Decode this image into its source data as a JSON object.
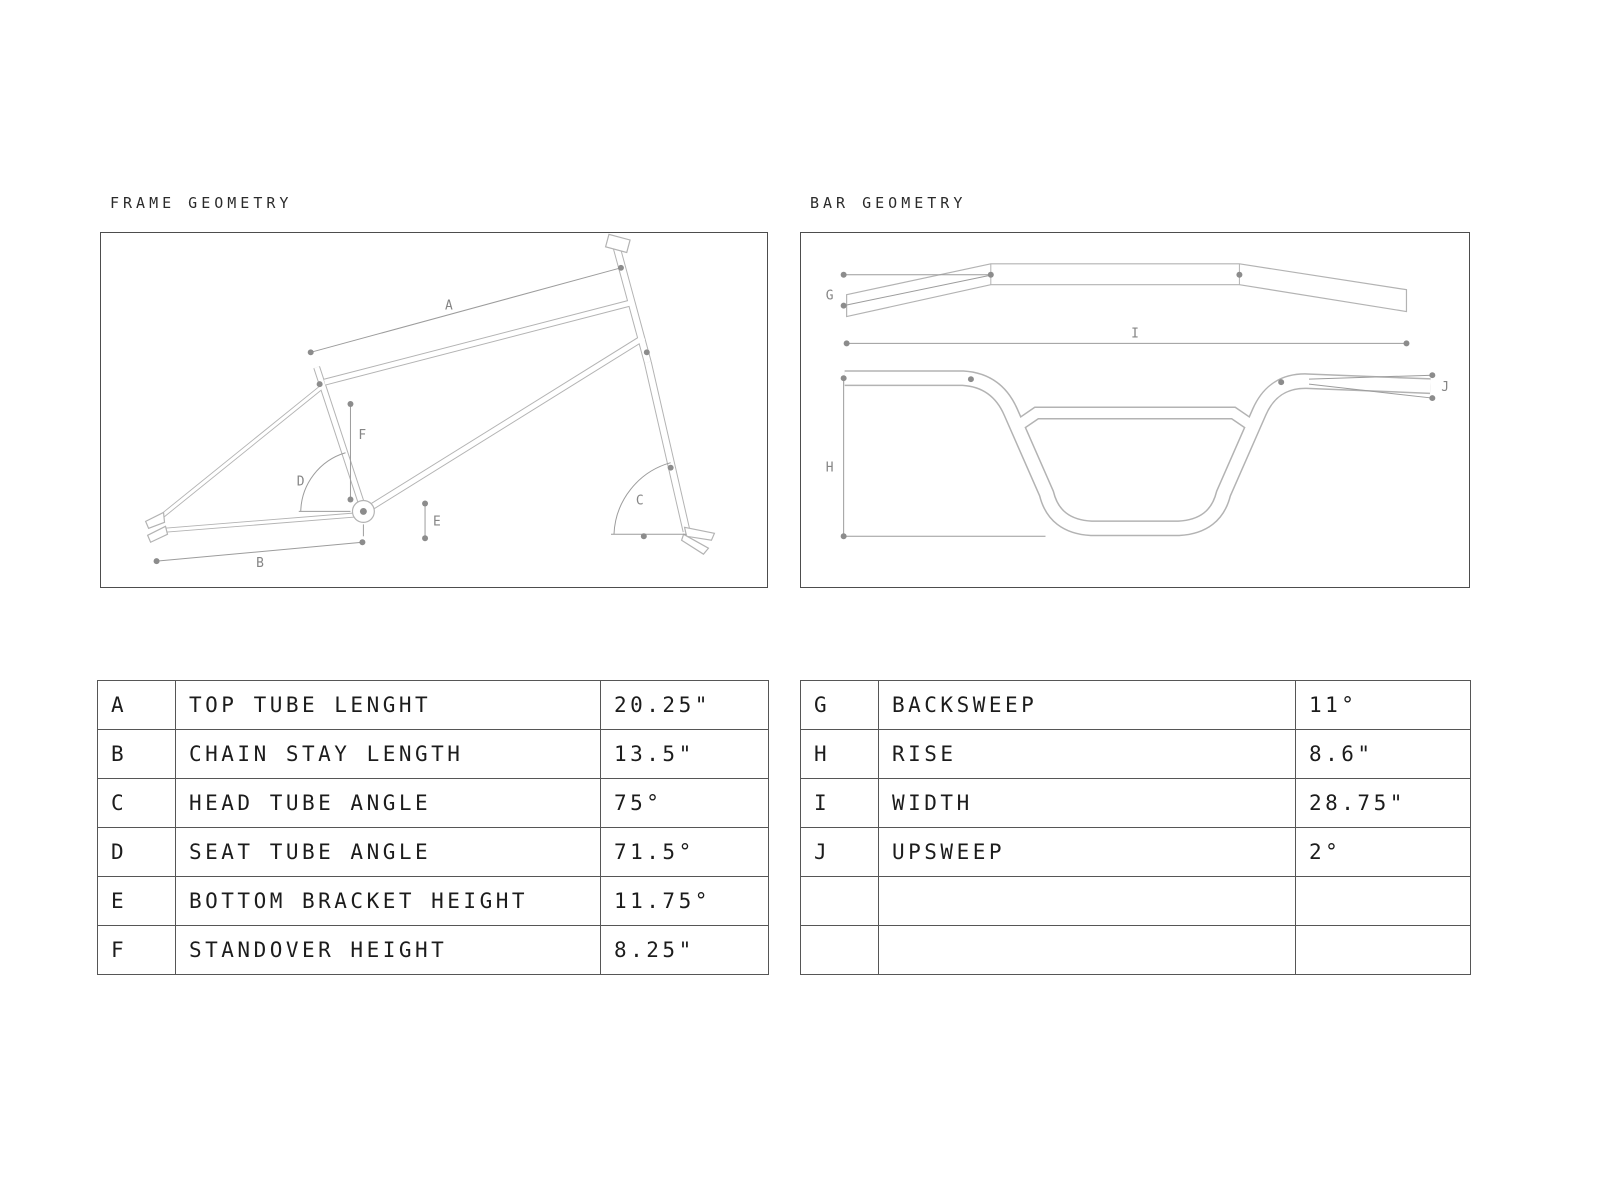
{
  "frame_section": {
    "title": "FRAME GEOMETRY",
    "labels": {
      "A": "A",
      "B": "B",
      "C": "C",
      "D": "D",
      "E": "E",
      "F": "F"
    }
  },
  "bar_section": {
    "title": "BAR GEOMETRY",
    "labels": {
      "G": "G",
      "H": "H",
      "I": "I",
      "J": "J"
    }
  },
  "frame_table": {
    "rows": [
      {
        "key": "A",
        "name": "TOP TUBE LENGHT",
        "value": "20.25\""
      },
      {
        "key": "B",
        "name": "CHAIN STAY LENGTH",
        "value": "13.5\""
      },
      {
        "key": "C",
        "name": "HEAD TUBE ANGLE",
        "value": "75°"
      },
      {
        "key": "D",
        "name": "SEAT TUBE ANGLE",
        "value": "71.5°"
      },
      {
        "key": "E",
        "name": "BOTTOM BRACKET HEIGHT",
        "value": "11.75°"
      },
      {
        "key": "F",
        "name": "STANDOVER HEIGHT",
        "value": "8.25\""
      }
    ]
  },
  "bar_table": {
    "rows": [
      {
        "key": "G",
        "name": "BACKSWEEP",
        "value": "11°"
      },
      {
        "key": "H",
        "name": "RISE",
        "value": "8.6\""
      },
      {
        "key": "I",
        "name": "WIDTH",
        "value": "28.75\""
      },
      {
        "key": "J",
        "name": "UPSWEEP",
        "value": "2°"
      },
      {
        "key": "",
        "name": "",
        "value": ""
      },
      {
        "key": "",
        "name": "",
        "value": ""
      }
    ]
  },
  "colors": {
    "line": "#b3b3b3",
    "dim_line": "#9c9c9c",
    "dot": "#8c8c8c",
    "table_border": "#565656",
    "text": "#1c1c1c"
  }
}
